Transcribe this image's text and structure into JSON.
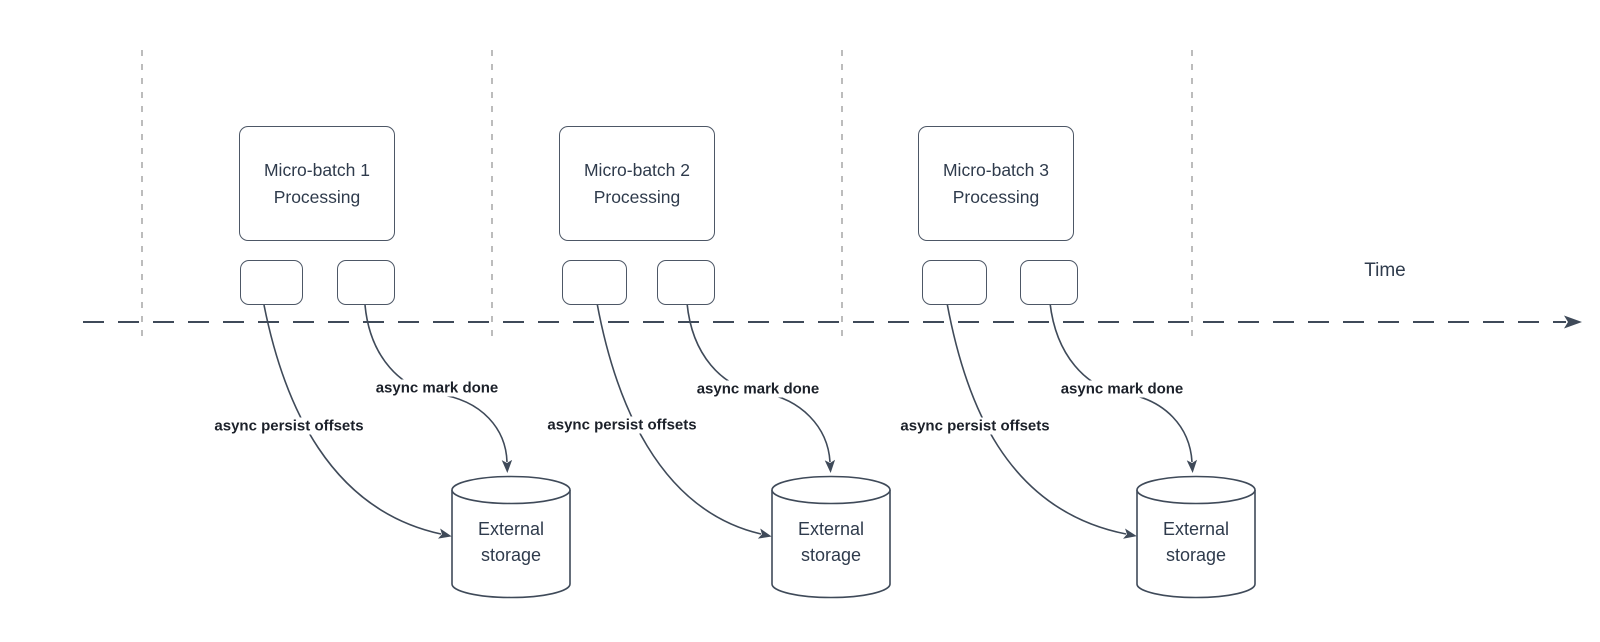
{
  "diagram": {
    "time_axis": {
      "label": "Time"
    },
    "groups": [
      {
        "box_label": "Micro-batch 1\nProcessing",
        "persist_label": "async persist offsets",
        "mark_done_label": "async mark done",
        "storage_label": "External\nstorage"
      },
      {
        "box_label": "Micro-batch 2\nProcessing",
        "persist_label": "async persist offsets",
        "mark_done_label": "async mark done",
        "storage_label": "External\nstorage"
      },
      {
        "box_label": "Micro-batch 3\nProcessing",
        "persist_label": "async persist offsets",
        "mark_done_label": "async mark done",
        "storage_label": "External\nstorage"
      }
    ],
    "colors": {
      "line": "#3f4a59",
      "guide_line": "#a6a6a6",
      "shape_border": "#4d5766",
      "text": "#2f3b4c",
      "label_text": "#1c212a",
      "background": "#ffffff"
    }
  }
}
